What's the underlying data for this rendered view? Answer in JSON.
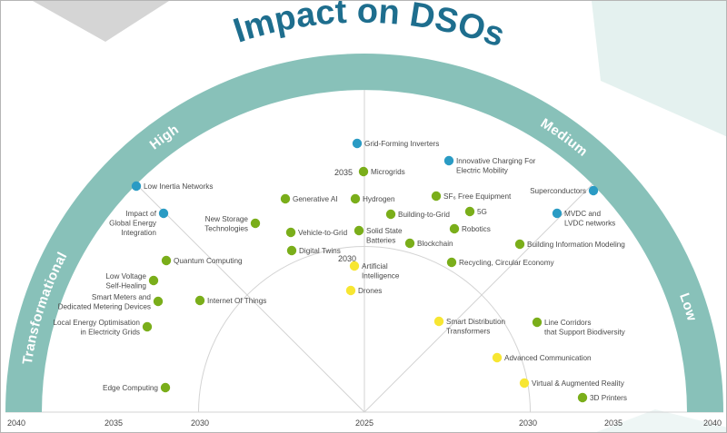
{
  "chart_data": {
    "type": "radar-semicircle",
    "title": "Impact on DSOs",
    "impact_bands": [
      "Transformational",
      "High",
      "Medium",
      "Low"
    ],
    "year_axis": {
      "center": 2025,
      "ticks_left": [
        "2040",
        "2035",
        "2030"
      ],
      "tick_center": "2025",
      "ticks_right": [
        "2030",
        "2035",
        "2040"
      ],
      "ring_labels": [
        "2035",
        "2030"
      ]
    },
    "colors": {
      "band": "#88c1b9",
      "title": "#1e6e8e",
      "blue": "#2a9bc4",
      "green": "#7aae1a",
      "yellow": "#f7e632",
      "grid": "#d3d3d3"
    },
    "items": [
      {
        "label": "Grid-Forming Inverters",
        "color": "blue",
        "impact_angle_deg": 91,
        "year": 2038
      },
      {
        "label": "Innovative Charging For Electric Mobility",
        "color": "blue",
        "impact_angle_deg": 67,
        "year": 2037
      },
      {
        "label": "Low Inertia Networks",
        "color": "blue",
        "impact_angle_deg": 135,
        "year": 2038.5
      },
      {
        "label": "Impact of Global Energy Integration",
        "color": "blue",
        "impact_angle_deg": 135,
        "year": 2036.5
      },
      {
        "label": "Superconductors",
        "color": "blue",
        "impact_angle_deg": 45,
        "year": 2038
      },
      {
        "label": "MVDC and LVDC networks",
        "color": "blue",
        "impact_angle_deg": 45,
        "year": 2036.5
      },
      {
        "label": "Microgrids",
        "color": "green",
        "impact_angle_deg": 90,
        "year": 2035
      },
      {
        "label": "Generative AI",
        "color": "green",
        "impact_angle_deg": 112,
        "year": 2034
      },
      {
        "label": "Hydrogen",
        "color": "green",
        "impact_angle_deg": 93,
        "year": 2034
      },
      {
        "label": "SF₆ Free Equipment",
        "color": "green",
        "impact_angle_deg": 75,
        "year": 2034
      },
      {
        "label": "Building-to-Grid",
        "color": "green",
        "impact_angle_deg": 84,
        "year": 2032.5
      },
      {
        "label": "5G",
        "color": "green",
        "impact_angle_deg": 65,
        "year": 2034
      },
      {
        "label": "New Storage Technologies",
        "color": "green",
        "impact_angle_deg": 122,
        "year": 2033.5
      },
      {
        "label": "Vehicle-to-Grid",
        "color": "green",
        "impact_angle_deg": 106,
        "year": 2032
      },
      {
        "label": "Solid State Batteries",
        "color": "green",
        "impact_angle_deg": 91,
        "year": 2032
      },
      {
        "label": "Robotics",
        "color": "green",
        "impact_angle_deg": 67,
        "year": 2032
      },
      {
        "label": "Digital Twins",
        "color": "green",
        "impact_angle_deg": 103,
        "year": 2031
      },
      {
        "label": "Blockchain",
        "color": "green",
        "impact_angle_deg": 79,
        "year": 2031
      },
      {
        "label": "Building Information Modeling",
        "color": "green",
        "impact_angle_deg": 45,
        "year": 2034
      },
      {
        "label": "Recycling, Circular Economy",
        "color": "green",
        "impact_angle_deg": 59,
        "year": 2030.5
      },
      {
        "label": "Quantum Computing",
        "color": "green",
        "impact_angle_deg": 142,
        "year": 2034.5
      },
      {
        "label": "Low Voltage Self-Healing",
        "color": "green",
        "impact_angle_deg": 148,
        "year": 2035
      },
      {
        "label": "Smart Meters and Dedicated Metering Devices",
        "color": "green",
        "impact_angle_deg": 152,
        "year": 2035
      },
      {
        "label": "Internet Of Things",
        "color": "green",
        "impact_angle_deg": 144,
        "year": 2032
      },
      {
        "label": "Local Energy Optimisation in Electricity Grids",
        "color": "green",
        "impact_angle_deg": 158,
        "year": 2035.5
      },
      {
        "label": "Edge Computing",
        "color": "green",
        "impact_angle_deg": 174,
        "year": 2033
      },
      {
        "label": "Line Corridors that Support Biodiversity",
        "color": "green",
        "impact_angle_deg": 30,
        "year": 2032
      },
      {
        "label": "3D Printers",
        "color": "green",
        "impact_angle_deg": 7,
        "year": 2033
      },
      {
        "label": "Artificial Intelligence",
        "color": "yellow",
        "impact_angle_deg": 94,
        "year": 2029.5
      },
      {
        "label": "Drones",
        "color": "yellow",
        "impact_angle_deg": 98,
        "year": 2029
      },
      {
        "label": "Smart Distribution Transformers",
        "color": "yellow",
        "impact_angle_deg": 55,
        "year": 2027
      },
      {
        "label": "Advanced Communication",
        "color": "yellow",
        "impact_angle_deg": 26,
        "year": 2029
      },
      {
        "label": "Virtual & Augmented Reality",
        "color": "yellow",
        "impact_angle_deg": 10,
        "year": 2030
      }
    ]
  }
}
